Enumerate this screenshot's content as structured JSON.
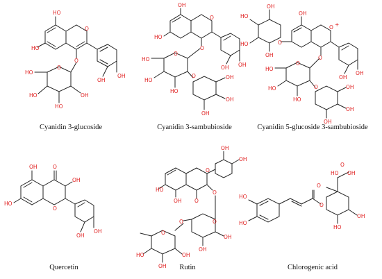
{
  "captions": [
    "Cyanidin 3-glucoside",
    "Cyanidin 3-sambubioside",
    "Cyanidin 5-glucoside 3-sambubioside",
    "Quercetin",
    "Rutin",
    "Chlorogenic acid"
  ],
  "atoms": {
    "oxygen": "O",
    "hydroxyl": "OH",
    "hydroxyl_left": "HO",
    "ring_oxygen": "O",
    "charge": "+"
  },
  "colors": {
    "bond": "#222222",
    "oxygen": "#e02020",
    "hydrogen": "#2a8ca0"
  }
}
